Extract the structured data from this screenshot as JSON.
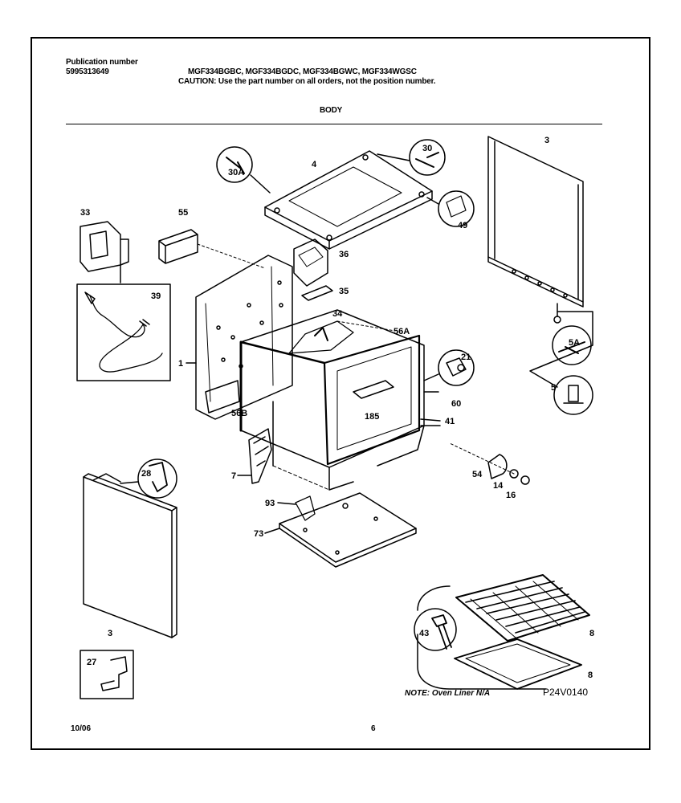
{
  "header": {
    "pub_label": "Publication number",
    "pub_number": "5995313649",
    "models": "MGF334BGBC, MGF334BGDC, MGF334BGWC, MGF334WGSC",
    "caution": "CAUTION:  Use the part number on all orders, not the position number.",
    "section": "BODY"
  },
  "parts": [
    {
      "id": "p30A",
      "label": "30A"
    },
    {
      "id": "p4",
      "label": "4"
    },
    {
      "id": "p30",
      "label": "30"
    },
    {
      "id": "p3top",
      "label": "3"
    },
    {
      "id": "p49",
      "label": "49"
    },
    {
      "id": "p33",
      "label": "33"
    },
    {
      "id": "p55",
      "label": "55"
    },
    {
      "id": "p36",
      "label": "36"
    },
    {
      "id": "p35",
      "label": "35"
    },
    {
      "id": "p39",
      "label": "39"
    },
    {
      "id": "p34",
      "label": "34"
    },
    {
      "id": "p56A",
      "label": "56A"
    },
    {
      "id": "p21",
      "label": "21"
    },
    {
      "id": "p5A",
      "label": "5A"
    },
    {
      "id": "p1",
      "label": "1"
    },
    {
      "id": "p60",
      "label": "60"
    },
    {
      "id": "p5",
      "label": "5"
    },
    {
      "id": "p56B",
      "label": "56B"
    },
    {
      "id": "p185",
      "label": "185"
    },
    {
      "id": "p41",
      "label": "41"
    },
    {
      "id": "p28",
      "label": "28"
    },
    {
      "id": "p7",
      "label": "7"
    },
    {
      "id": "p54",
      "label": "54"
    },
    {
      "id": "p14",
      "label": "14"
    },
    {
      "id": "p16",
      "label": "16"
    },
    {
      "id": "p93",
      "label": "93"
    },
    {
      "id": "p73",
      "label": "73"
    },
    {
      "id": "p8a",
      "label": "8"
    },
    {
      "id": "p43",
      "label": "43"
    },
    {
      "id": "p3bot",
      "label": "3"
    },
    {
      "id": "p8b",
      "label": "8"
    },
    {
      "id": "p27",
      "label": "27"
    }
  ],
  "note": "NOTE: Oven Liner N/A",
  "diagram_code": "P24V0140",
  "footer": {
    "date": "10/06",
    "page": "6"
  }
}
